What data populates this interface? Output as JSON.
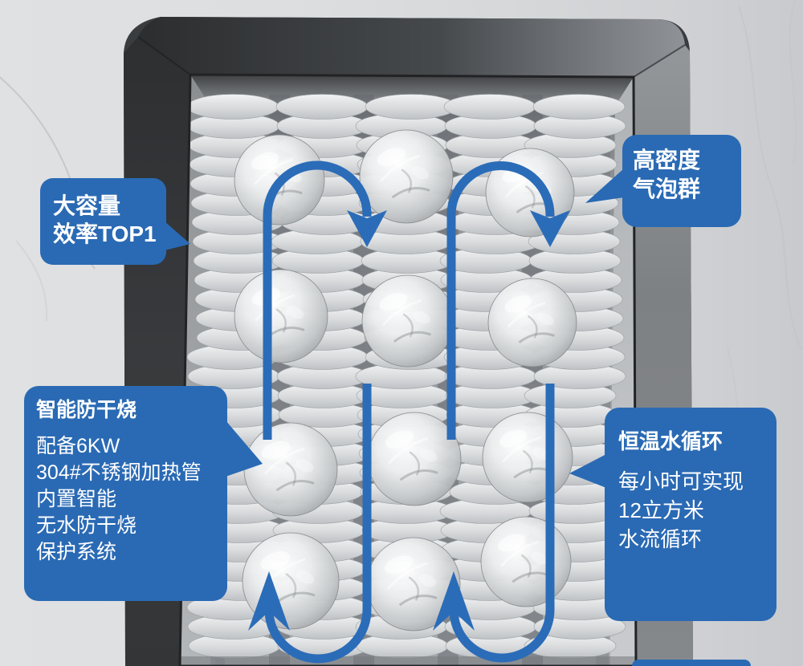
{
  "colors": {
    "accent": "#2a6ab4",
    "arrow": "#2b6cb8",
    "callout_text": "#ffffff"
  },
  "callouts": {
    "capacity": {
      "line1": "大容量",
      "line2": "效率TOP1"
    },
    "bubbles": {
      "line1": "高密度",
      "line2": "气泡群"
    },
    "anti_dry_burn": {
      "title": "智能防干烧",
      "lines": [
        "配备6KW",
        "304#不锈钢加热管",
        "内置智能",
        "无水防干烧",
        "保护系统"
      ]
    },
    "water_circulation": {
      "title": "恒温水循环",
      "lines": [
        "每小时可实现",
        "12立方米",
        "水流循环"
      ]
    }
  }
}
